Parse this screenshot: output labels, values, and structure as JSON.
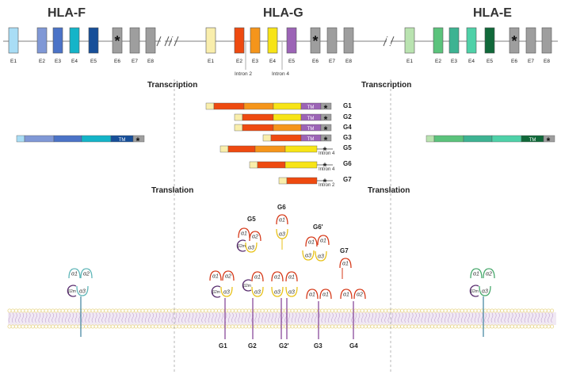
{
  "genes": {
    "hla_f": {
      "title": "HLA-F",
      "exon_labels": [
        "E1",
        "E2",
        "E3",
        "E4",
        "E5",
        "E6",
        "E7",
        "E8"
      ],
      "exon_colors": [
        "#a9ddf5",
        "#8098d6",
        "#4b73c7",
        "#14b4c8",
        "#174f99",
        "#9e9e9e",
        "#9e9e9e",
        "#9e9e9e"
      ]
    },
    "hla_g": {
      "title": "HLA-G",
      "exon_labels": [
        "E1",
        "E2",
        "E3",
        "E4",
        "E5",
        "E6",
        "E7",
        "E8"
      ],
      "exon_colors": [
        "#f9eeac",
        "#ee4a10",
        "#f5951b",
        "#f7e417",
        "#9c64b6",
        "#9e9e9e",
        "#9e9e9e",
        "#9e9e9e"
      ],
      "intron_labels": [
        "Intron 2",
        "Intron 4"
      ]
    },
    "hla_e": {
      "title": "HLA-E",
      "exon_labels": [
        "E1",
        "E2",
        "E3",
        "E4",
        "E5",
        "E6",
        "E7",
        "E8"
      ],
      "exon_colors": [
        "#b9e3b0",
        "#5bc37c",
        "#3db392",
        "#4ed1a8",
        "#11693a",
        "#9e9e9e",
        "#9e9e9e",
        "#9e9e9e"
      ]
    }
  },
  "sections": {
    "transcription_left": "Transcription",
    "transcription_right": "Transcription",
    "translation_left": "Translation",
    "translation_right": "Translation"
  },
  "transcripts": {
    "labels": [
      "G1",
      "G2",
      "G4",
      "G3",
      "G5",
      "G6",
      "G7"
    ],
    "intron_labels": [
      "Intron 4",
      "Intron 4",
      "Intron 2"
    ],
    "tm_label": "TM",
    "stop_symbol": "*"
  },
  "proteins": {
    "domains": [
      "α1",
      "α2",
      "α3",
      "β2m"
    ],
    "membrane_labels": [
      "G1",
      "G2",
      "G2'",
      "G3",
      "G4"
    ],
    "soluble_labels": [
      "G5",
      "G6",
      "G6'",
      "G7"
    ]
  },
  "colors": {
    "grey_exon": "#9e9e9e",
    "f_domain": "#5fb6b8",
    "e_domain": "#48a86c",
    "alpha1": "#d63a1a",
    "alpha3": "#e8c21a",
    "b2m": "#5a2f70",
    "lipid_head": "#e8d68a",
    "lipid_tail": "#b792c9",
    "anchor": "#8a4a9b",
    "cell_line": "#4a8aa3"
  }
}
